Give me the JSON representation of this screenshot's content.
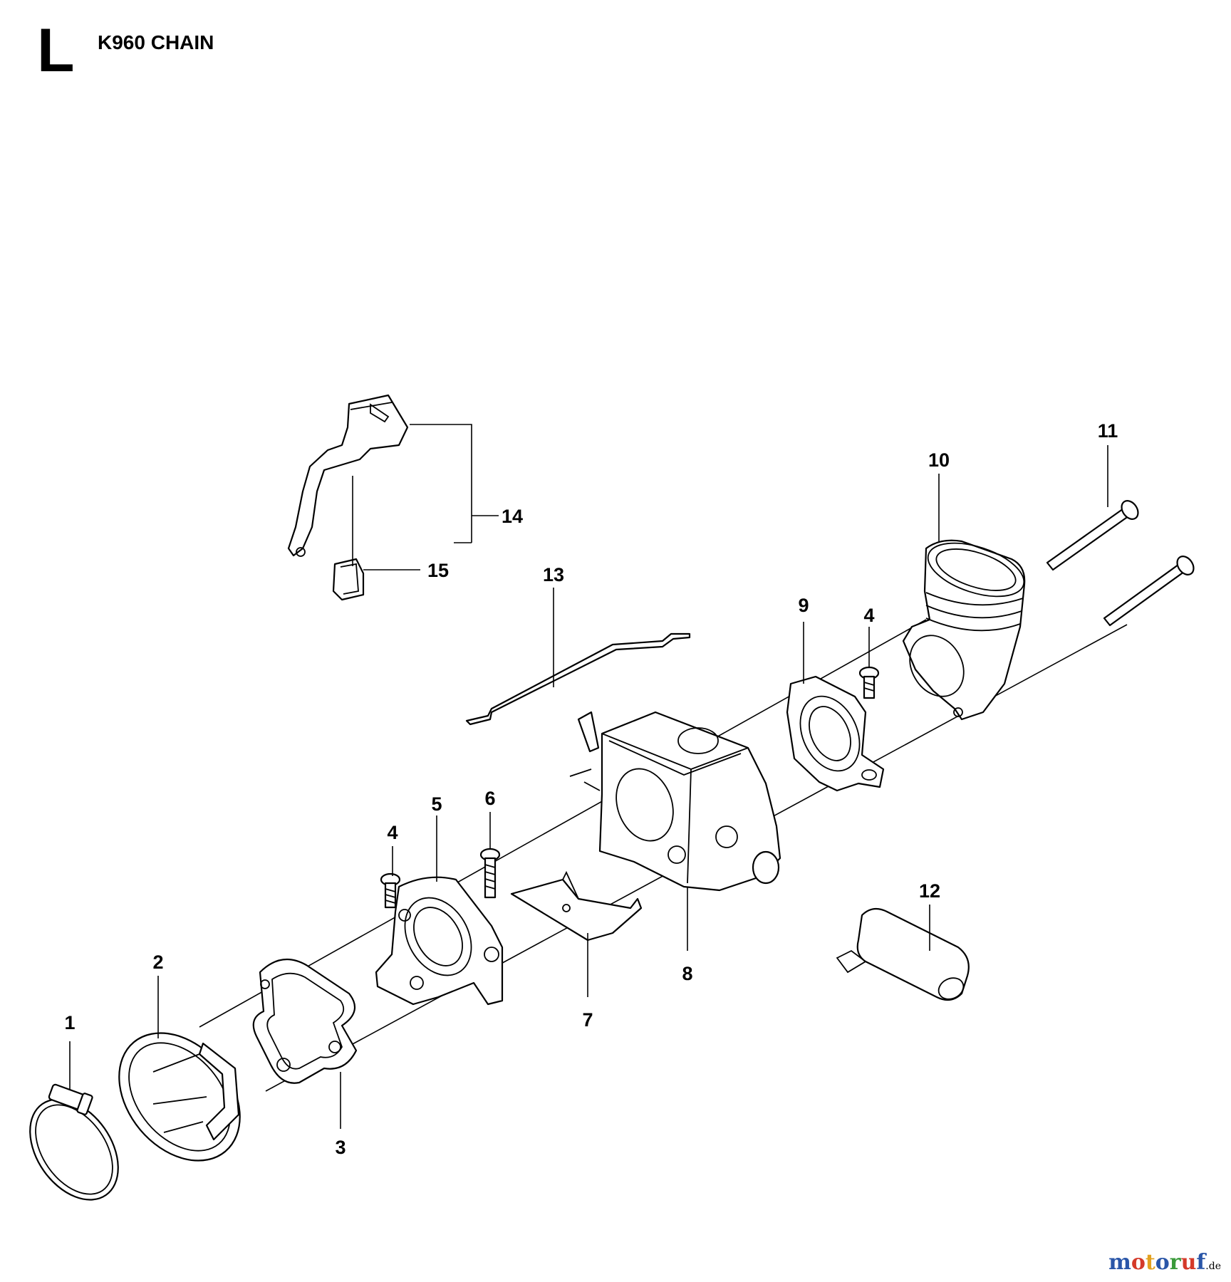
{
  "header": {
    "section_letter": "L",
    "title": "K960 CHAIN"
  },
  "callouts": [
    "1",
    "2",
    "3",
    "4",
    "4",
    "5",
    "6",
    "7",
    "8",
    "9",
    "10",
    "11",
    "12",
    "13",
    "14",
    "15"
  ],
  "watermark": {
    "main": "motoruf",
    "suffix": ".de",
    "colors": [
      "#2a56a8",
      "#d43a2a",
      "#e3a11f",
      "#2a56a8",
      "#3a9a3a",
      "#d43a2a",
      "#2a56a8"
    ]
  }
}
